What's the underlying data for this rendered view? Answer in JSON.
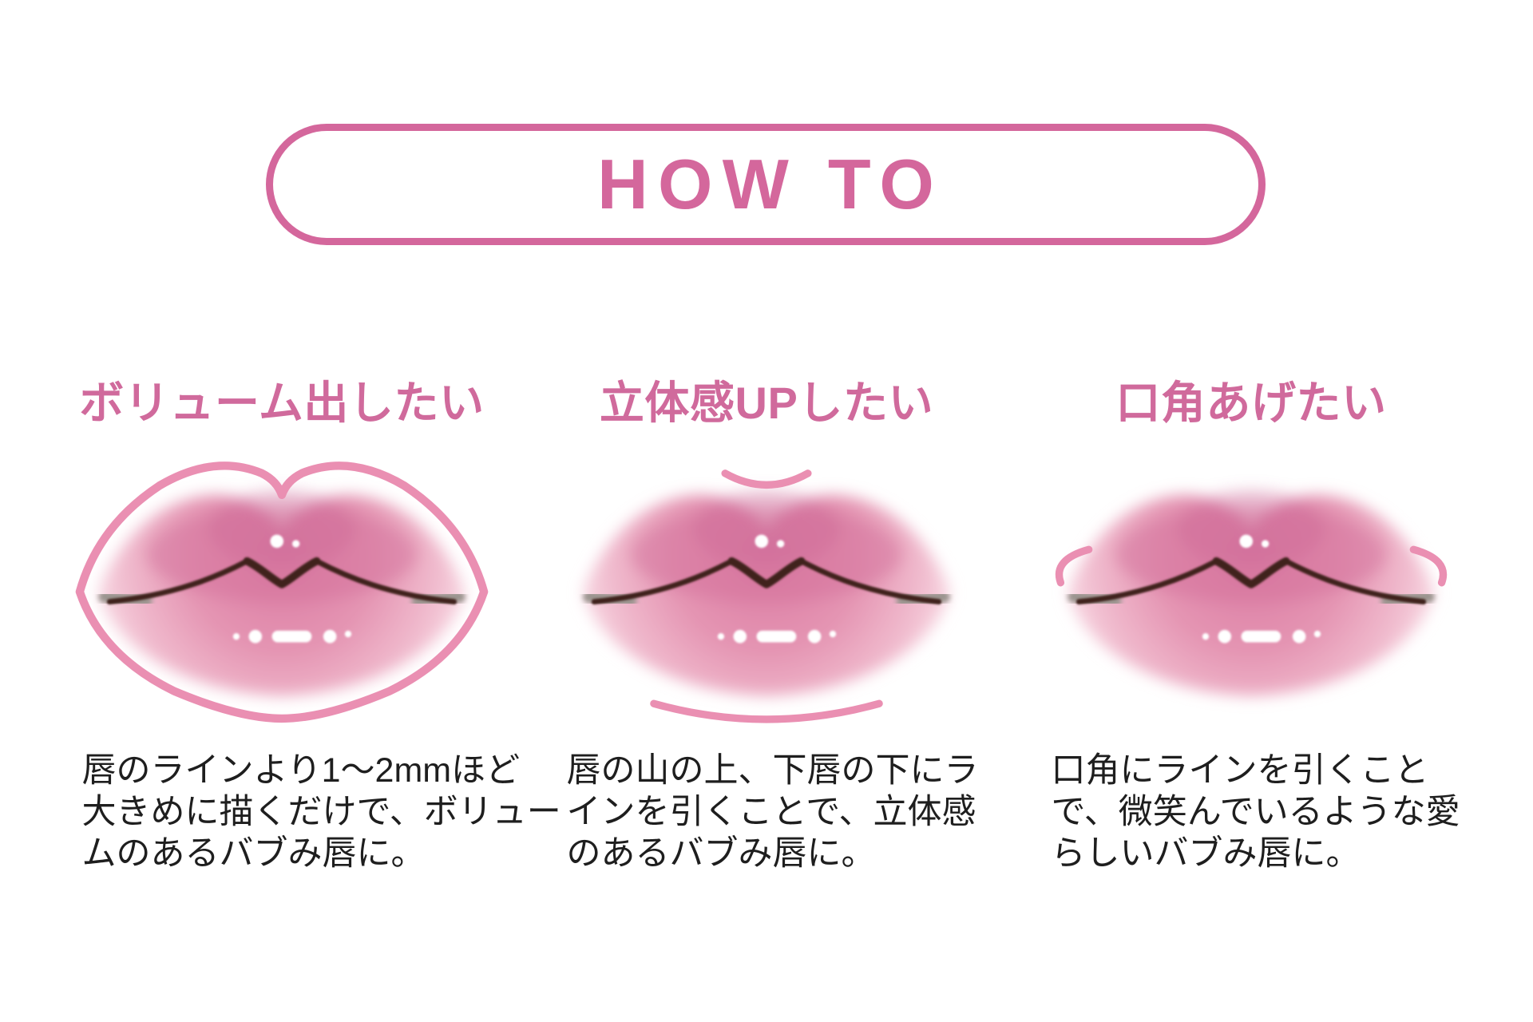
{
  "header": {
    "title": "HOW TO"
  },
  "colors": {
    "badge_pink": "#d4679c",
    "heading_pink": "#d06a9c",
    "accent_stroke_pink": "#ea8fb2",
    "lip_deep_pink": "#d9779f",
    "lip_light_pink": "#fce8ee",
    "mouth_line_brown": "#3f241e",
    "body_text": "#1e1e1e",
    "background": "#ffffff"
  },
  "columns": [
    {
      "id": "volume",
      "heading": "ボリューム出したい",
      "illustration": "lips-with-full-outline",
      "description_lines": [
        "唇のラインより1～2mmほど",
        "大きめに描くだけで、ボリュー",
        "ムのあるバブみ唇に。"
      ]
    },
    {
      "id": "dimension-up",
      "heading": "立体感UPしたい",
      "illustration": "lips-with-top-and-bottom-lines",
      "description_lines": [
        "唇の山の上、下唇の下にラ",
        "インを引くことで、立体感",
        "のあるバブみ唇に。"
      ]
    },
    {
      "id": "lift-corners",
      "heading": "口角あげたい",
      "illustration": "lips-with-corner-lines",
      "description_lines": [
        "口角にラインを引くこと",
        "で、微笑んでいるような愛",
        "らしいバブみ唇に。"
      ]
    }
  ]
}
